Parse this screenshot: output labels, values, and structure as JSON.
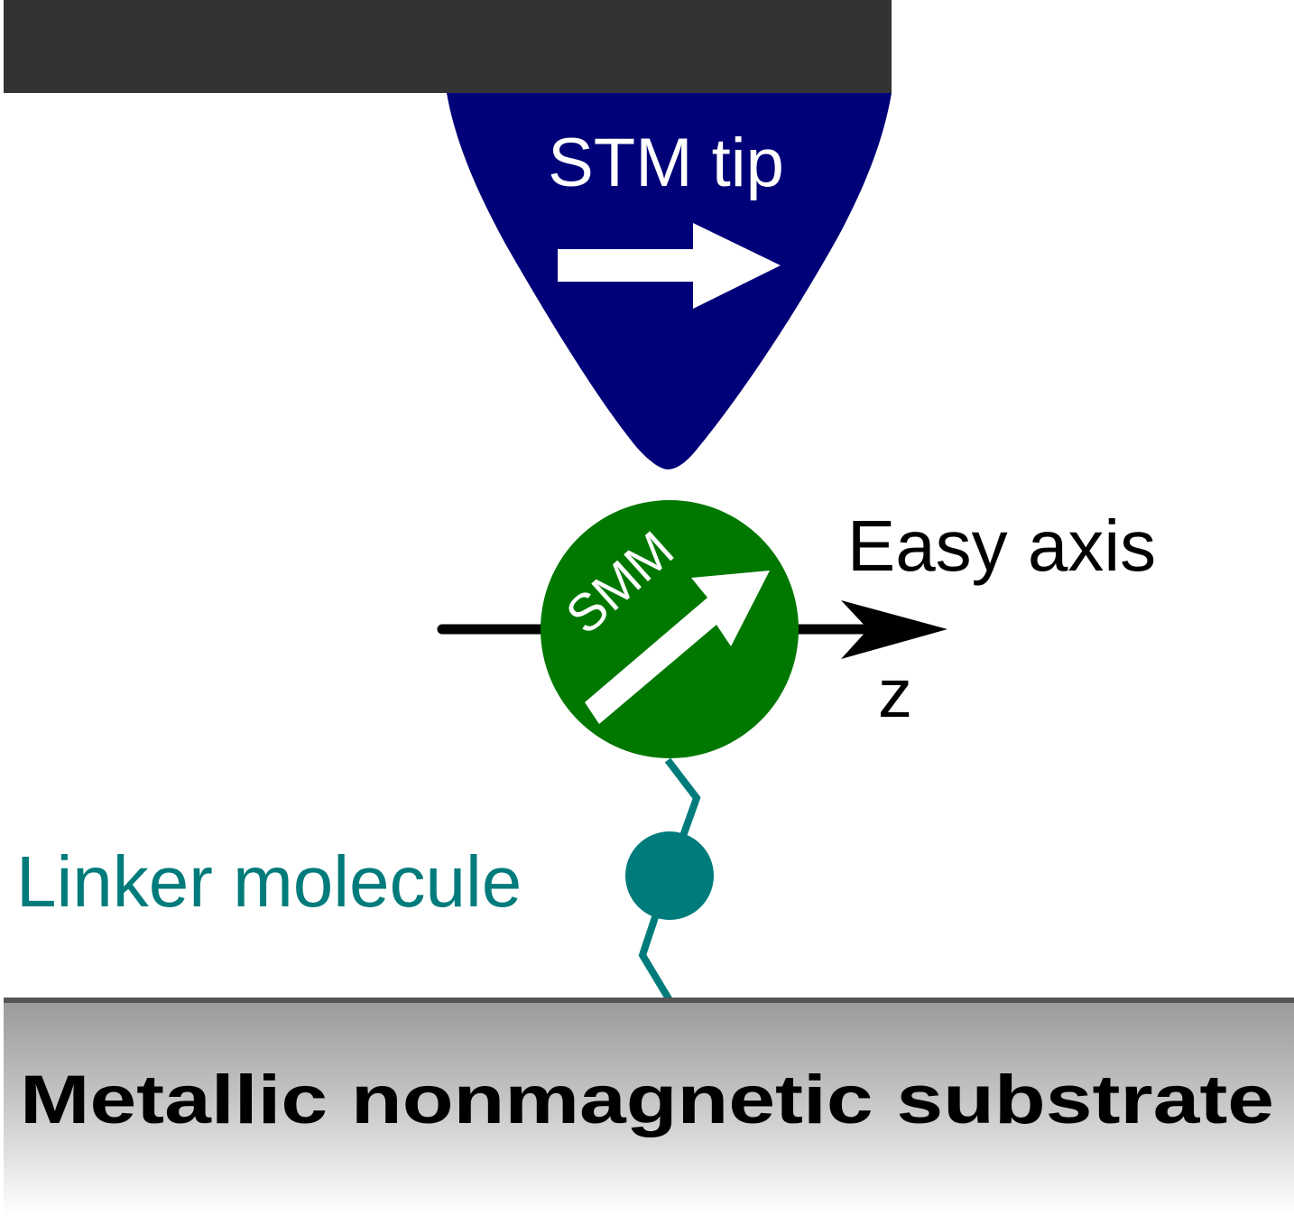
{
  "labels": {
    "stm_tip": "STM tip",
    "smm": "SMM",
    "easy_axis": "Easy axis",
    "z_axis": "z",
    "linker": "Linker molecule",
    "substrate": "Metallic nonmagnetic substrate"
  },
  "colors": {
    "tip_holder": "#333333",
    "stm_tip": "#000078",
    "smm": "#007800",
    "linker": "#007b7b",
    "axis": "#000000",
    "arrow_fill": "#ffffff",
    "substrate_top": "#9a9a9a",
    "substrate_bottom": "#ffffff",
    "substrate_edge": "#555555"
  },
  "icons": {
    "tip_magnetization": "right-arrow",
    "smm_spin": "diagonal-up-right-arrow",
    "easy_axis_arrow": "right-arrowhead"
  }
}
